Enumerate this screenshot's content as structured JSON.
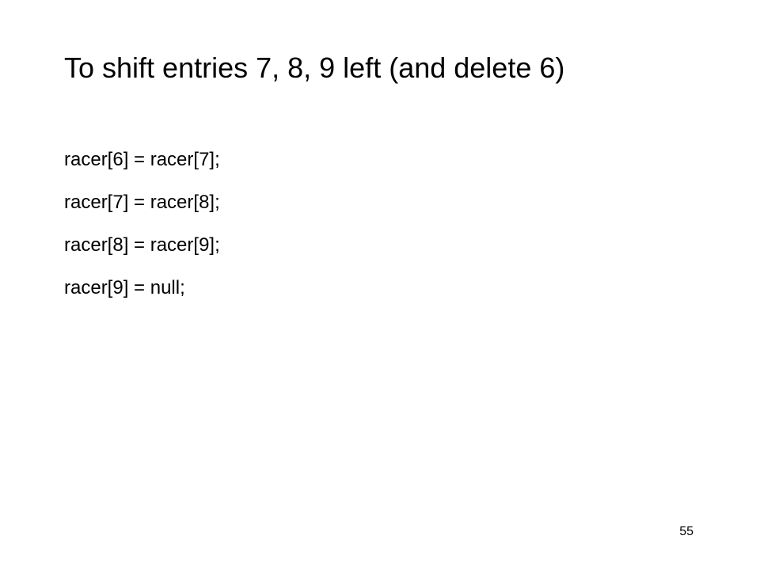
{
  "slide": {
    "title": "To shift entries 7, 8, 9 left (and delete 6)",
    "lines": [
      "racer[6] = racer[7];",
      "racer[7] = racer[8];",
      "racer[8] = racer[9];",
      "racer[9] = null;"
    ],
    "page_number": "55"
  }
}
